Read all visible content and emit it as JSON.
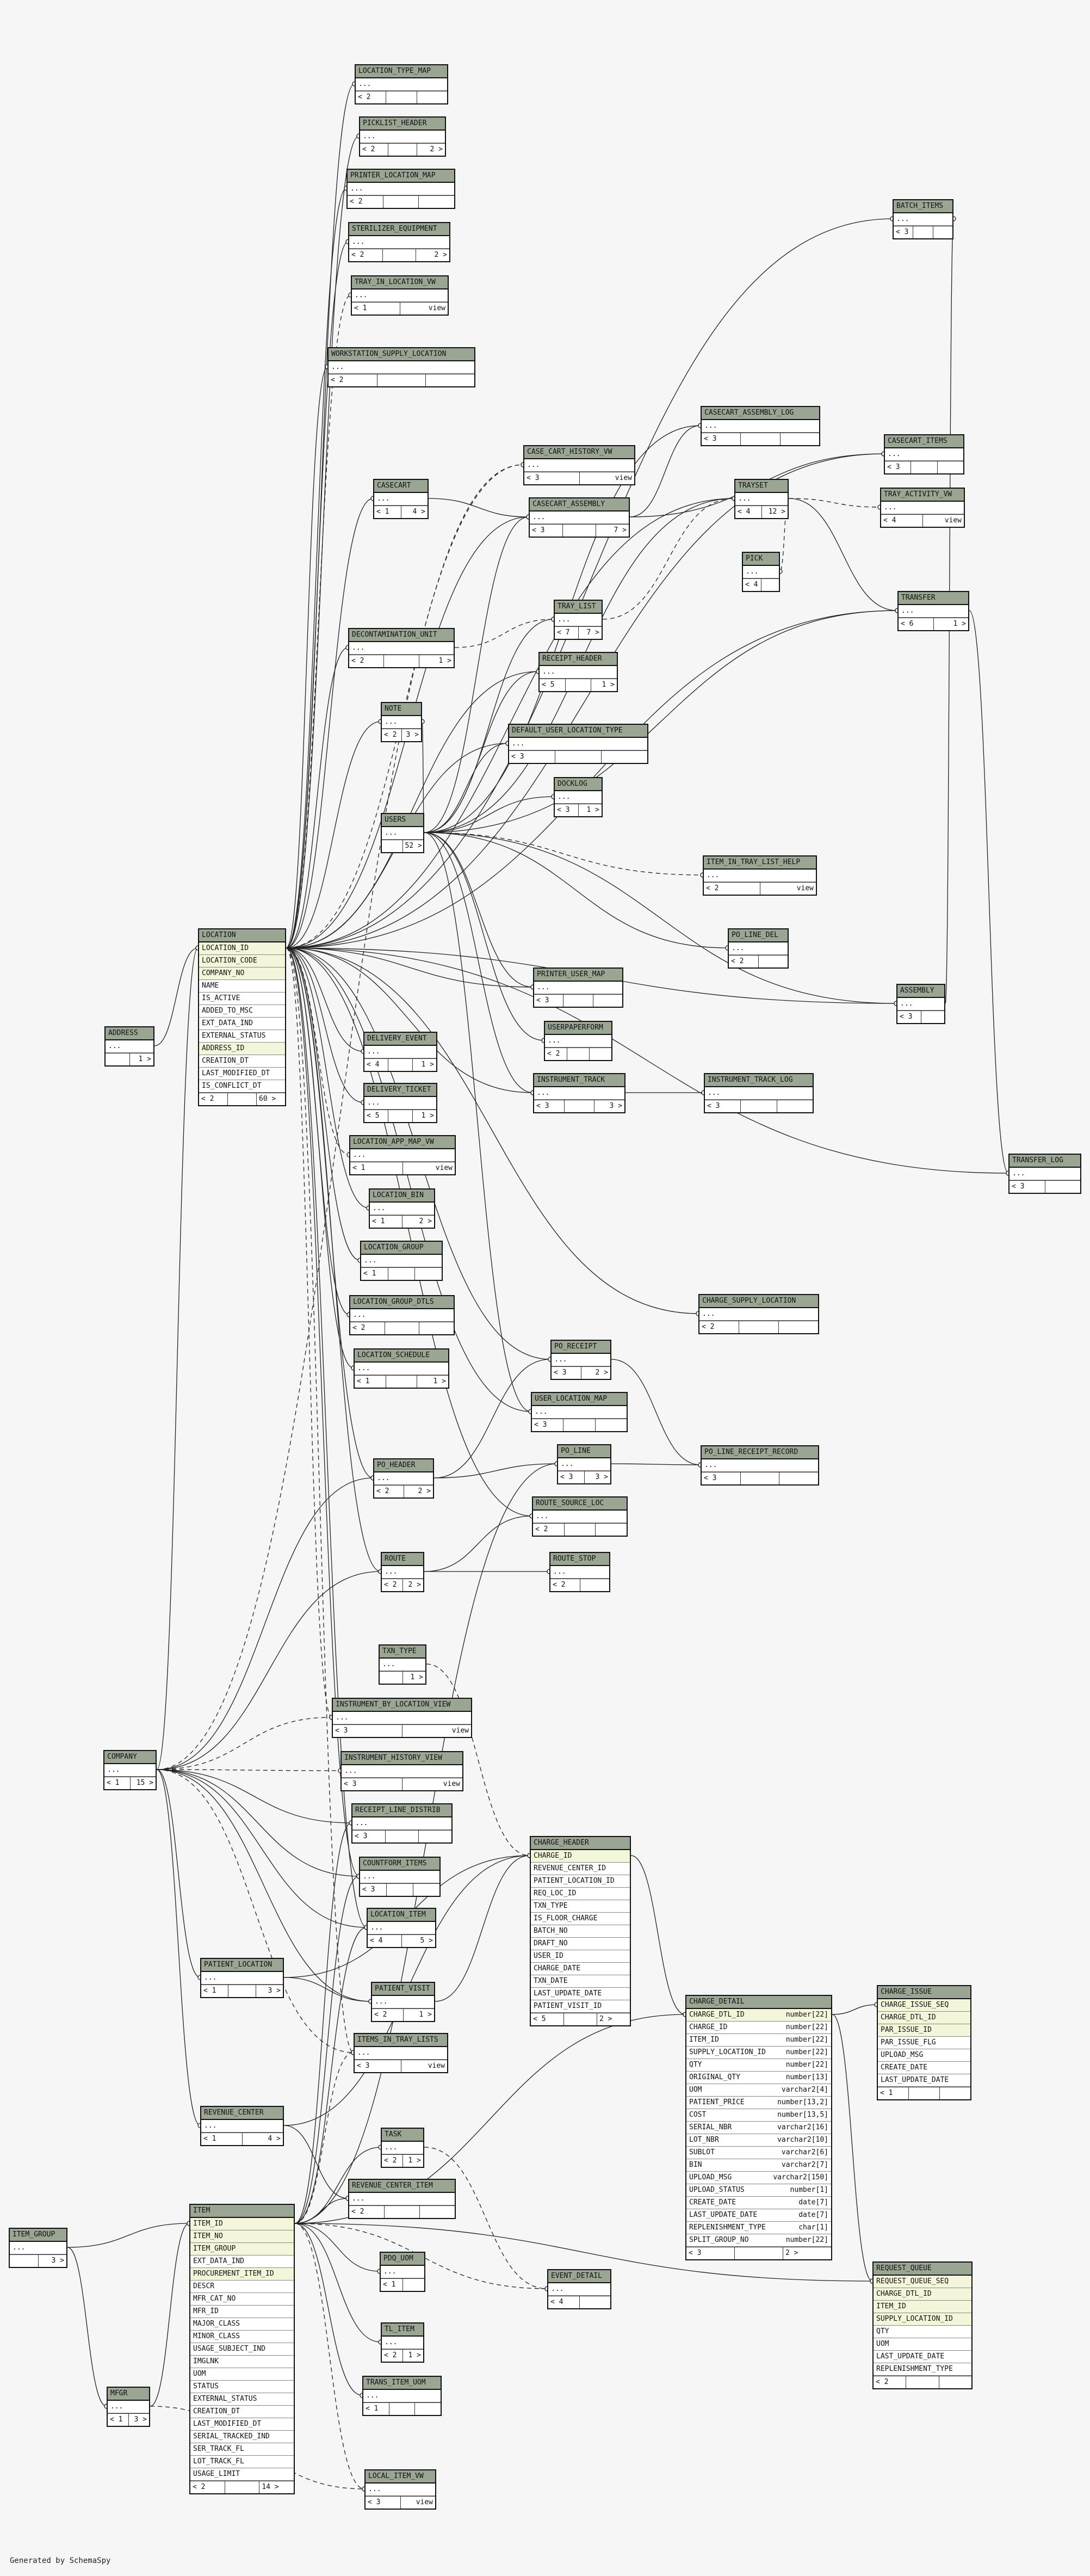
{
  "footer_note": "Generated by SchemaSpy",
  "entities": [
    {
      "id": "LOCATION_TYPE_MAP",
      "name": "LOCATION_TYPE_MAP",
      "ftr": [
        "< 2",
        "",
        ""
      ]
    },
    {
      "id": "PICKLIST_HEADER",
      "name": "PICKLIST_HEADER",
      "ftr": [
        "< 2",
        "",
        "2 >"
      ]
    },
    {
      "id": "PRINTER_LOCATION_MAP",
      "name": "PRINTER_LOCATION_MAP",
      "ftr": [
        "< 2",
        "",
        ""
      ]
    },
    {
      "id": "STERILIZER_EQUIPMENT",
      "name": "STERILIZER_EQUIPMENT",
      "ftr": [
        "< 2",
        "",
        "2 >"
      ]
    },
    {
      "id": "TRAY_IN_LOCATION_VW",
      "name": "TRAY_IN_LOCATION_VW",
      "ftr": [
        "< 1",
        "view"
      ]
    },
    {
      "id": "WORKSTATION_SUPPLY_LOCATION",
      "name": "WORKSTATION_SUPPLY_LOCATION",
      "ftr": [
        "< 2",
        "",
        ""
      ]
    },
    {
      "id": "BATCH_ITEMS",
      "name": "BATCH_ITEMS",
      "ftr": [
        "< 3",
        "",
        ""
      ]
    },
    {
      "id": "CASECART_ASSEMBLY_LOG",
      "name": "CASECART_ASSEMBLY_LOG",
      "ftr": [
        "< 3",
        "",
        ""
      ]
    },
    {
      "id": "CASECART_ITEMS",
      "name": "CASECART_ITEMS",
      "ftr": [
        "< 3",
        "",
        ""
      ]
    },
    {
      "id": "CASE_CART_HISTORY_VW",
      "name": "CASE_CART_HISTORY_VW",
      "ftr": [
        "< 3",
        "view"
      ]
    },
    {
      "id": "CASECART",
      "name": "CASECART",
      "ftr": [
        "< 1",
        "4 >"
      ]
    },
    {
      "id": "CASECART_ASSEMBLY",
      "name": "CASECART_ASSEMBLY",
      "ftr": [
        "< 3",
        "",
        "7 >"
      ]
    },
    {
      "id": "TRAYSET",
      "name": "TRAYSET",
      "ftr": [
        "< 4",
        "12 >"
      ]
    },
    {
      "id": "TRAY_ACTIVITY_VW",
      "name": "TRAY_ACTIVITY_VW",
      "ftr": [
        "< 4",
        "view"
      ]
    },
    {
      "id": "PICK",
      "name": "PICK",
      "ftr": [
        "< 4",
        ""
      ]
    },
    {
      "id": "TRANSFER",
      "name": "TRANSFER",
      "ftr": [
        "< 6",
        "1 >"
      ]
    },
    {
      "id": "TRAY_LIST",
      "name": "TRAY_LIST",
      "ftr": [
        "< 7",
        "7 >"
      ]
    },
    {
      "id": "DECONTAMINATION_UNIT",
      "name": "DECONTAMINATION_UNIT",
      "ftr": [
        "< 2",
        "",
        "1 >"
      ]
    },
    {
      "id": "RECEIPT_HEADER",
      "name": "RECEIPT_HEADER",
      "ftr": [
        "< 5",
        "",
        "1 >"
      ]
    },
    {
      "id": "NOTE",
      "name": "NOTE",
      "ftr": [
        "< 2",
        "3 >"
      ]
    },
    {
      "id": "DEFAULT_USER_LOCATION_TYPE",
      "name": "DEFAULT_USER_LOCATION_TYPE",
      "ftr": [
        "< 3",
        "",
        ""
      ]
    },
    {
      "id": "DOCKLOG",
      "name": "DOCKLOG",
      "ftr": [
        "< 3",
        "1 >"
      ]
    },
    {
      "id": "USERS",
      "name": "USERS",
      "ftr": [
        "",
        "52 >"
      ]
    },
    {
      "id": "ITEM_IN_TRAY_LIST_HELP",
      "name": "ITEM_IN_TRAY_LIST_HELP",
      "ftr": [
        "< 2",
        "view"
      ]
    },
    {
      "id": "PO_LINE_DEL",
      "name": "PO_LINE_DEL",
      "ftr": [
        "< 2",
        ""
      ]
    },
    {
      "id": "PRINTER_USER_MAP",
      "name": "PRINTER_USER_MAP",
      "ftr": [
        "< 3",
        "",
        ""
      ]
    },
    {
      "id": "USERPAPERFORM",
      "name": "USERPAPERFORM",
      "ftr": [
        "< 2",
        "",
        ""
      ]
    },
    {
      "id": "ASSEMBLY",
      "name": "ASSEMBLY",
      "ftr": [
        "< 3",
        ""
      ]
    },
    {
      "id": "DELIVERY_EVENT",
      "name": "DELIVERY_EVENT",
      "ftr": [
        "< 4",
        "",
        "1 >"
      ]
    },
    {
      "id": "DELIVERY_TICKET",
      "name": "DELIVERY_TICKET",
      "ftr": [
        "< 5",
        "",
        "1 >"
      ]
    },
    {
      "id": "INSTRUMENT_TRACK",
      "name": "INSTRUMENT_TRACK",
      "ftr": [
        "< 3",
        "",
        "3 >"
      ]
    },
    {
      "id": "INSTRUMENT_TRACK_LOG",
      "name": "INSTRUMENT_TRACK_LOG",
      "ftr": [
        "< 3",
        "",
        ""
      ]
    },
    {
      "id": "LOCATION_APP_MAP_VW",
      "name": "LOCATION_APP_MAP_VW",
      "ftr": [
        "< 1",
        "view"
      ]
    },
    {
      "id": "TRANSFER_LOG",
      "name": "TRANSFER_LOG",
      "ftr": [
        "< 3",
        ""
      ]
    },
    {
      "id": "LOCATION_BIN",
      "name": "LOCATION_BIN",
      "ftr": [
        "< 1",
        "2 >"
      ]
    },
    {
      "id": "LOCATION_GROUP",
      "name": "LOCATION_GROUP",
      "ftr": [
        "< 1",
        "",
        ""
      ]
    },
    {
      "id": "LOCATION_GROUP_DTLS",
      "name": "LOCATION_GROUP_DTLS",
      "ftr": [
        "< 2",
        "",
        ""
      ]
    },
    {
      "id": "CHARGE_SUPPLY_LOCATION",
      "name": "CHARGE_SUPPLY_LOCATION",
      "ftr": [
        "< 2",
        "",
        ""
      ]
    },
    {
      "id": "LOCATION_SCHEDULE",
      "name": "LOCATION_SCHEDULE",
      "ftr": [
        "< 1",
        "",
        "1 >"
      ]
    },
    {
      "id": "PO_RECEIPT",
      "name": "PO_RECEIPT",
      "ftr": [
        "< 3",
        "2 >"
      ]
    },
    {
      "id": "USER_LOCATION_MAP",
      "name": "USER_LOCATION_MAP",
      "ftr": [
        "< 3",
        "",
        ""
      ]
    },
    {
      "id": "PO_HEADER",
      "name": "PO_HEADER",
      "ftr": [
        "< 2",
        "2 >"
      ]
    },
    {
      "id": "PO_LINE",
      "name": "PO_LINE",
      "ftr": [
        "< 3",
        "3 >"
      ]
    },
    {
      "id": "PO_LINE_RECEIPT_RECORD",
      "name": "PO_LINE_RECEIPT_RECORD",
      "ftr": [
        "< 3",
        "",
        ""
      ]
    },
    {
      "id": "ROUTE_SOURCE_LOC",
      "name": "ROUTE_SOURCE_LOC",
      "ftr": [
        "< 2",
        "",
        ""
      ]
    },
    {
      "id": "ROUTE",
      "name": "ROUTE",
      "ftr": [
        "< 2",
        "2 >"
      ]
    },
    {
      "id": "ROUTE_STOP",
      "name": "ROUTE_STOP",
      "ftr": [
        "< 2",
        ""
      ]
    },
    {
      "id": "TXN_TYPE",
      "name": "TXN_TYPE",
      "ftr": [
        "",
        "1 >"
      ]
    },
    {
      "id": "ADDRESS",
      "name": "ADDRESS",
      "ftr": [
        "",
        "1 >"
      ]
    },
    {
      "id": "INSTRUMENT_BY_LOCATION_VIEW",
      "name": "INSTRUMENT_BY_LOCATION_VIEW",
      "ftr": [
        "< 3",
        "view"
      ]
    },
    {
      "id": "COMPANY",
      "name": "COMPANY",
      "ftr": [
        "< 1",
        "15 >"
      ]
    },
    {
      "id": "INSTRUMENT_HISTORY_VIEW",
      "name": "INSTRUMENT_HISTORY_VIEW",
      "ftr": [
        "< 3",
        "view"
      ]
    },
    {
      "id": "RECEIPT_LINE_DISTRIB",
      "name": "RECEIPT_LINE_DISTRIB",
      "ftr": [
        "< 3",
        "",
        ""
      ]
    },
    {
      "id": "COUNTFORM_ITEMS",
      "name": "COUNTFORM_ITEMS",
      "ftr": [
        "< 3",
        "",
        ""
      ]
    },
    {
      "id": "LOCATION_ITEM",
      "name": "LOCATION_ITEM",
      "ftr": [
        "< 4",
        "5 >"
      ]
    },
    {
      "id": "PATIENT_LOCATION",
      "name": "PATIENT_LOCATION",
      "ftr": [
        "< 1",
        "",
        "3 >"
      ]
    },
    {
      "id": "PATIENT_VISIT",
      "name": "PATIENT_VISIT",
      "ftr": [
        "< 2",
        "1 >"
      ]
    },
    {
      "id": "ITEMS_IN_TRAY_LISTS",
      "name": "ITEMS_IN_TRAY_LISTS",
      "ftr": [
        "< 3",
        "view"
      ]
    },
    {
      "id": "REVENUE_CENTER",
      "name": "REVENUE_CENTER",
      "ftr": [
        "< 1",
        "4 >"
      ]
    },
    {
      "id": "TASK",
      "name": "TASK",
      "ftr": [
        "< 2",
        "1 >"
      ]
    },
    {
      "id": "REVENUE_CENTER_ITEM",
      "name": "REVENUE_CENTER_ITEM",
      "ftr": [
        "< 2",
        "",
        ""
      ]
    },
    {
      "id": "ITEM_GROUP",
      "name": "ITEM_GROUP",
      "ftr": [
        "",
        "3 >"
      ]
    },
    {
      "id": "PDQ_UOM",
      "name": "PDQ_UOM",
      "ftr": [
        "< 1",
        ""
      ]
    },
    {
      "id": "EVENT_DETAIL",
      "name": "EVENT_DETAIL",
      "ftr": [
        "< 4",
        ""
      ]
    },
    {
      "id": "TL_ITEM",
      "name": "TL_ITEM",
      "ftr": [
        "< 2",
        "1 >"
      ]
    },
    {
      "id": "TRANS_ITEM_UOM",
      "name": "TRANS_ITEM_UOM",
      "ftr": [
        "< 1",
        "",
        ""
      ]
    },
    {
      "id": "MFGR",
      "name": "MFGR",
      "ftr": [
        "< 1",
        "3 >"
      ]
    },
    {
      "id": "LOCAL_ITEM_VW",
      "name": "LOCAL_ITEM_VW",
      "ftr": [
        "< 3",
        "view"
      ]
    }
  ],
  "detailed": {
    "LOCATION": {
      "name": "LOCATION",
      "fields": [
        {
          "name": "LOCATION_ID",
          "pk": true,
          "hdr": true
        },
        {
          "name": "LOCATION_CODE",
          "pk": true
        },
        {
          "name": "COMPANY_NO",
          "pk": true
        },
        {
          "name": "NAME"
        },
        {
          "name": "IS_ACTIVE"
        },
        {
          "name": "ADDED_TO_MSC"
        },
        {
          "name": "EXT_DATA_IND"
        },
        {
          "name": "EXTERNAL_STATUS"
        },
        {
          "name": "ADDRESS_ID",
          "pk": true
        },
        {
          "name": "CREATION_DT"
        },
        {
          "name": "LAST_MODIFIED_DT"
        },
        {
          "name": "IS_CONFLICT_DT"
        }
      ],
      "ftr": [
        "< 2",
        "",
        "60 >"
      ]
    },
    "CHARGE_HEADER": {
      "name": "CHARGE_HEADER",
      "fields": [
        {
          "name": "CHARGE_ID",
          "pk": true,
          "hdr": true
        },
        {
          "name": "REVENUE_CENTER_ID"
        },
        {
          "name": "PATIENT_LOCATION_ID"
        },
        {
          "name": "REQ_LOC_ID"
        },
        {
          "name": "TXN_TYPE"
        },
        {
          "name": "IS_FLOOR_CHARGE"
        },
        {
          "name": "BATCH_NO"
        },
        {
          "name": "DRAFT_NO"
        },
        {
          "name": "USER_ID"
        },
        {
          "name": "CHARGE_DATE"
        },
        {
          "name": "TXN_DATE"
        },
        {
          "name": "LAST_UPDATE_DATE"
        },
        {
          "name": "PATIENT_VISIT_ID"
        }
      ],
      "ftr": [
        "< 5",
        "",
        "2 >"
      ]
    },
    "CHARGE_DETAIL": {
      "name": "CHARGE_DETAIL",
      "fields": [
        {
          "name": "CHARGE_DTL_ID",
          "type": "number[22]",
          "pk": true,
          "hdr": true
        },
        {
          "name": "CHARGE_ID",
          "type": "number[22]"
        },
        {
          "name": "ITEM_ID",
          "type": "number[22]"
        },
        {
          "name": "SUPPLY_LOCATION_ID",
          "type": "number[22]"
        },
        {
          "name": "QTY",
          "type": "number[22]"
        },
        {
          "name": "ORIGINAL_QTY",
          "type": "number[13]"
        },
        {
          "name": "UOM",
          "type": "varchar2[4]"
        },
        {
          "name": "PATIENT_PRICE",
          "type": "number[13,2]"
        },
        {
          "name": "COST",
          "type": "number[13,5]"
        },
        {
          "name": "SERIAL_NBR",
          "type": "varchar2[16]"
        },
        {
          "name": "LOT_NBR",
          "type": "varchar2[10]"
        },
        {
          "name": "SUBLOT",
          "type": "varchar2[6]"
        },
        {
          "name": "BIN",
          "type": "varchar2[7]"
        },
        {
          "name": "UPLOAD_MSG",
          "type": "varchar2[150]"
        },
        {
          "name": "UPLOAD_STATUS",
          "type": "number[1]"
        },
        {
          "name": "CREATE_DATE",
          "type": "date[7]"
        },
        {
          "name": "LAST_UPDATE_DATE",
          "type": "date[7]"
        },
        {
          "name": "REPLENISHMENT_TYPE",
          "type": "char[1]"
        },
        {
          "name": "SPLIT_GROUP_NO",
          "type": "number[22]"
        }
      ],
      "ftr": [
        "< 3",
        "",
        "2 >"
      ]
    },
    "CHARGE_ISSUE": {
      "name": "CHARGE_ISSUE",
      "fields": [
        {
          "name": "CHARGE_ISSUE_SEQ",
          "pk": true,
          "hdr": true
        },
        {
          "name": "CHARGE_DTL_ID",
          "pk": true
        },
        {
          "name": "PAR_ISSUE_ID",
          "pk": true
        },
        {
          "name": "PAR_ISSUE_FLG"
        },
        {
          "name": "UPLOAD_MSG"
        },
        {
          "name": "CREATE_DATE"
        },
        {
          "name": "LAST_UPDATE_DATE"
        }
      ],
      "ftr": [
        "< 1",
        "",
        ""
      ]
    },
    "REQUEST_QUEUE": {
      "name": "REQUEST_QUEUE",
      "fields": [
        {
          "name": "REQUEST_QUEUE_SEQ",
          "pk": true,
          "hdr": true
        },
        {
          "name": "CHARGE_DTL_ID",
          "pk": true
        },
        {
          "name": "ITEM_ID",
          "pk": true
        },
        {
          "name": "SUPPLY_LOCATION_ID",
          "pk": true
        },
        {
          "name": "QTY"
        },
        {
          "name": "UOM"
        },
        {
          "name": "LAST_UPDATE_DATE"
        },
        {
          "name": "REPLENISHMENT_TYPE"
        }
      ],
      "ftr": [
        "< 2",
        "",
        ""
      ]
    },
    "ITEM": {
      "name": "ITEM",
      "fields": [
        {
          "name": "ITEM_ID",
          "pk": true,
          "hdr": true
        },
        {
          "name": "ITEM_NO",
          "pk": true
        },
        {
          "name": "ITEM_GROUP",
          "pk": true
        },
        {
          "name": "EXT_DATA_IND"
        },
        {
          "name": "PROCUREMENT_ITEM_ID",
          "pk": true
        },
        {
          "name": "DESCR"
        },
        {
          "name": "MFR_CAT_NO"
        },
        {
          "name": "MFR_ID"
        },
        {
          "name": "MAJOR_CLASS"
        },
        {
          "name": "MINOR_CLASS"
        },
        {
          "name": "USAGE_SUBJECT_IND"
        },
        {
          "name": "IMGLNK"
        },
        {
          "name": "UOM"
        },
        {
          "name": "STATUS"
        },
        {
          "name": "EXTERNAL_STATUS"
        },
        {
          "name": "CREATION_DT"
        },
        {
          "name": "LAST_MODIFIED_DT"
        },
        {
          "name": "SERIAL_TRACKED_IND"
        },
        {
          "name": "SER_TRACK_FL"
        },
        {
          "name": "LOT_TRACK_FL"
        },
        {
          "name": "USAGE_LIMIT"
        }
      ],
      "ftr": [
        "< 2",
        "",
        "14 >"
      ]
    }
  }
}
